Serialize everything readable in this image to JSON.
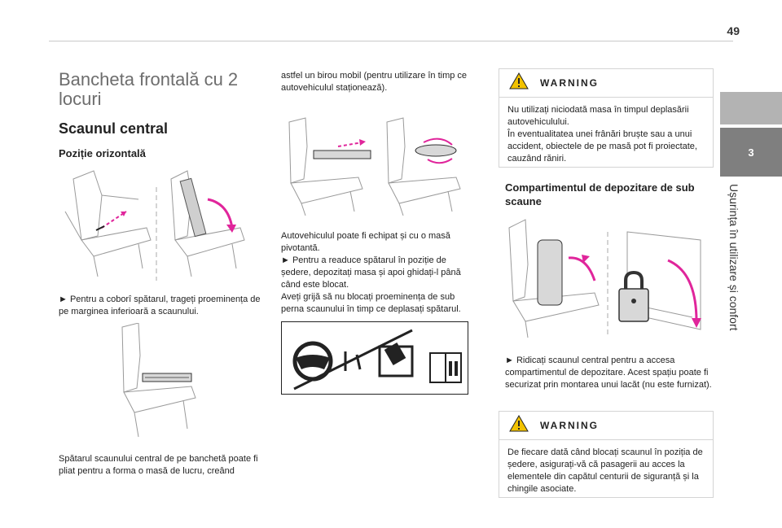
{
  "page": {
    "number": "49"
  },
  "sidebar": {
    "chapter_number": "3",
    "chapter_title": "Ușurința în utilizare și confort"
  },
  "col1": {
    "section_title": "Bancheta frontală cu 2 locuri",
    "subsection_title": "Scaunul central",
    "heading": "Poziție orizontală",
    "instruction": "► Pentru a coborî spătarul, trageți proeminența de pe marginea inferioară a scaunului.",
    "paragraph": "Spătarul scaunului central de pe banchetă poate fi pliat pentru a forma o masă de lucru, creând"
  },
  "col2": {
    "paragraph_continued": "astfel un birou mobil (pentru utilizare în timp ce autovehiculul staționează).",
    "body_lines": [
      "Autovehiculul poate fi echipat și cu o masă pivotantă.",
      "► Pentru a readuce spătarul în poziție de ședere, depozitați masa și apoi ghidați-l până când este blocat.",
      "Aveți grijă să nu blocați proeminența de sub perna scaunului în timp ce deplasați spătarul."
    ]
  },
  "col3": {
    "warning1": {
      "title": "WARNING",
      "text": "Nu utilizați niciodată masa în timpul deplasării autovehiculului.\nÎn eventualitatea unei frânări bruște sau a unui accident, obiectele de pe masă pot fi proiectate, cauzând răniri."
    },
    "heading": "Compartimentul de depozitare de sub scaune",
    "instruction": "► Ridicați scaunul central pentru a accesa compartimentul de depozitare. Acest spațiu poate fi securizat prin montarea unui lacăt (nu este furnizat).",
    "warning2": {
      "title": "WARNING",
      "text": "De fiecare dată când blocați scaunul în poziția de ședere, asigurați-vă că pasagerii au acces la elementele din capătul centurii de siguranță și la chingile asociate."
    }
  },
  "colors": {
    "accent_magenta": "#e0259b",
    "chapter_tab": "#7f7f7f",
    "warning_yellow": "#f2c200"
  },
  "icons": [
    "seat-illustration",
    "warning-triangle-icon",
    "padlock-icon",
    "steering-wheel-icon",
    "info-book-icon"
  ]
}
